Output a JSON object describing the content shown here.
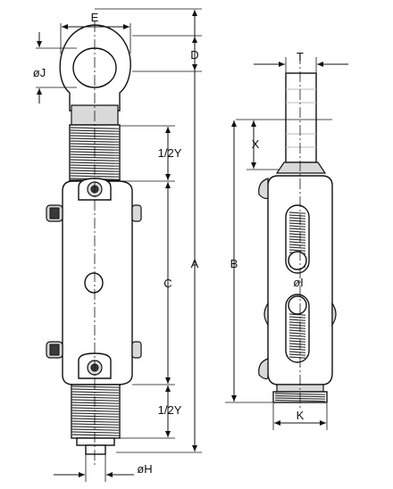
{
  "diagram": {
    "labels": {
      "E": "E",
      "D": "D",
      "J": "øJ",
      "Y_top": "1/2Y",
      "C": "C",
      "A": "A",
      "Y_bottom": "1/2Y",
      "H": "øH",
      "T": "T",
      "X": "X",
      "B": "B",
      "I": "øI",
      "K": "K"
    }
  }
}
